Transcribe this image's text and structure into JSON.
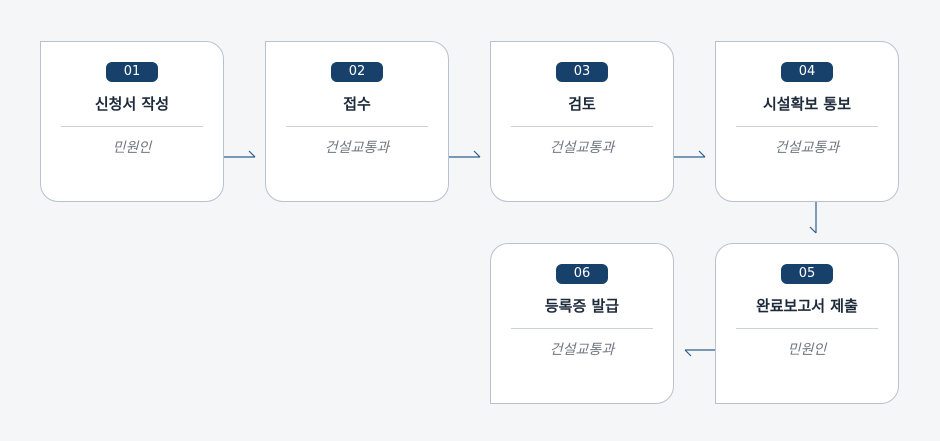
{
  "steps": [
    {
      "number": "01",
      "title": "신청서 작성",
      "dept": "민원인"
    },
    {
      "number": "02",
      "title": "접수",
      "dept": "건설교통과"
    },
    {
      "number": "03",
      "title": "검토",
      "dept": "건설교통과"
    },
    {
      "number": "04",
      "title": "시설확보 통보",
      "dept": "건설교통과"
    },
    {
      "number": "05",
      "title": "완료보고서 제출",
      "dept": "민원인"
    },
    {
      "number": "06",
      "title": "등록증 발급",
      "dept": "건설교통과"
    }
  ],
  "colors": {
    "badge": "#17406a",
    "connector": "#2f5f8f",
    "border": "#b8c2cf",
    "background": "#f4f6f8"
  }
}
